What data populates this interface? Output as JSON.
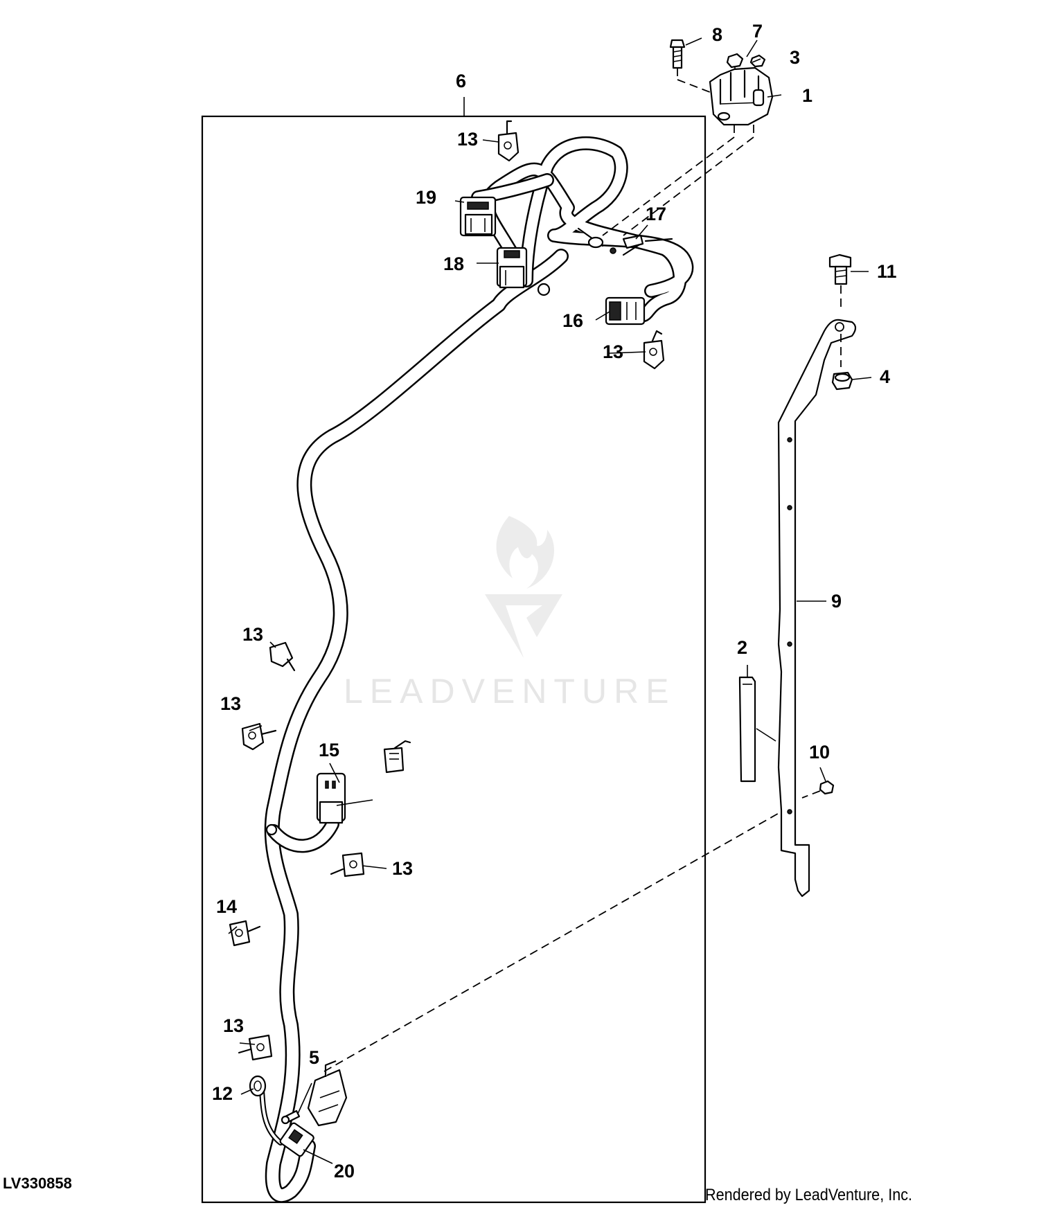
{
  "figure_id": "LV330858",
  "credit": "Rendered by LeadVenture, Inc.",
  "watermark": "LEADVENTURE",
  "callouts": {
    "c1": "1",
    "c2": "2",
    "c3": "3",
    "c4": "4",
    "c5": "5",
    "c6": "6",
    "c7": "7",
    "c8": "8",
    "c9": "9",
    "c10": "10",
    "c11": "11",
    "c12": "12",
    "c13a": "13",
    "c13b": "13",
    "c13c": "13",
    "c13d": "13",
    "c13e": "13",
    "c13f": "13",
    "c14": "14",
    "c15": "15",
    "c16": "16",
    "c17": "17",
    "c18": "18",
    "c19": "19",
    "c20": "20"
  }
}
